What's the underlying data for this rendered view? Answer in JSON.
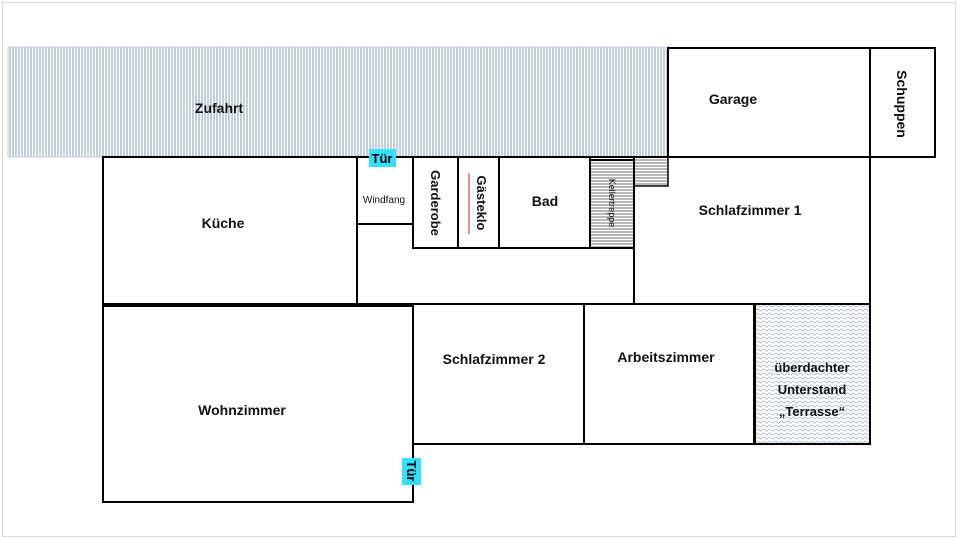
{
  "floor_plan": {
    "rooms": {
      "zufahrt": "Zufahrt",
      "garage": "Garage",
      "schuppen": "Schuppen",
      "kueche": "Küche",
      "windfang": "Windfang",
      "garderobe": "Garderobe",
      "gaesteklo": "Gästeklo",
      "bad": "Bad",
      "kellertreppe": "Kellertreppe",
      "schlafzimmer1": "Schlafzimmer 1",
      "wohnzimmer": "Wohnzimmer",
      "schlafzimmer2": "Schlafzimmer 2",
      "arbeitszimmer": "Arbeitszimmer",
      "unterstand_line1": "überdachter",
      "unterstand_line2": "Unterstand",
      "unterstand_line3": "„Terrasse“"
    },
    "doors": {
      "top_door": "Tür",
      "bottom_door": "Tür"
    },
    "colors": {
      "wall": "#000000",
      "driveway_hatch": "#8a9bb5",
      "stair_hatch": "#8a8a8a",
      "terrace_hatch": "#9db3c8",
      "door_highlight": "#33e0ff",
      "gaesteklo_underline": "#cc2222"
    }
  }
}
